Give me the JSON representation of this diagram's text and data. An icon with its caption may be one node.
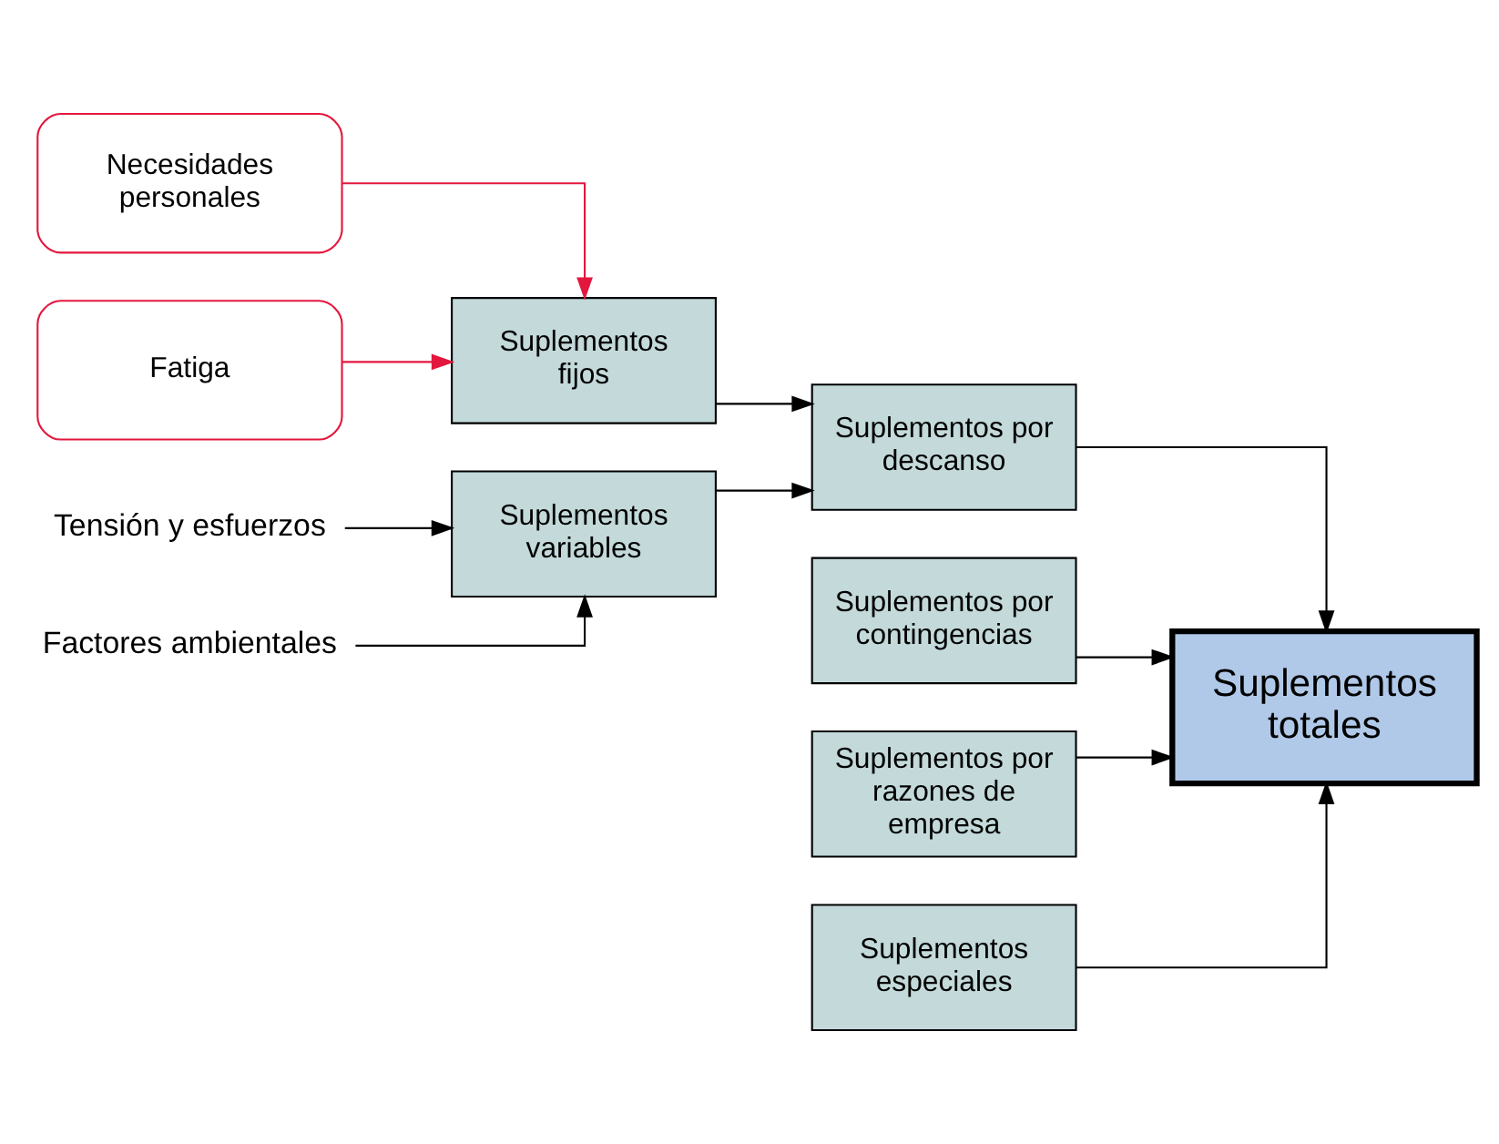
{
  "diagram": {
    "nodes": [
      {
        "text": [
          "Necesidades personales"
        ]
      },
      {
        "text": [
          "Fatiga"
        ]
      },
      {
        "text": [
          "Suplementos fijos"
        ]
      },
      {
        "text": [
          "Tensión y esfuerzos"
        ]
      },
      {
        "text": [
          "Factores ambientales"
        ]
      },
      {
        "text": [
          "Suplementos variables"
        ]
      },
      {
        "text": [
          "Suplementos por descanso"
        ]
      },
      {
        "text": [
          "Suplementos totales"
        ]
      },
      {
        "text": [
          "Suplementos por contingencias"
        ]
      },
      {
        "text": [
          "Suplementos por razones de empresa"
        ]
      },
      {
        "text": [
          "Suplementos especiales"
        ]
      }
    ],
    "edges": [
      {
        "from": 0,
        "to": 2,
        "arrow": "to",
        "color": "#e3173e"
      },
      {
        "from": 1,
        "to": 2,
        "arrow": "to",
        "color": "#e3173e"
      },
      {
        "from": 3,
        "to": 5,
        "arrow": "to"
      },
      {
        "from": 4,
        "to": 5,
        "arrow": "to"
      },
      {
        "from": 2,
        "to": 6,
        "arrow": "to"
      },
      {
        "from": 5,
        "to": 6,
        "arrow": "to"
      },
      {
        "from": 6,
        "to": 7,
        "arrow": "to"
      },
      {
        "from": 8,
        "to": 7,
        "arrow": "to"
      },
      {
        "from": 9,
        "to": 7,
        "arrow": "to"
      },
      {
        "from": 10,
        "to": 7,
        "arrow": "to"
      }
    ]
  }
}
